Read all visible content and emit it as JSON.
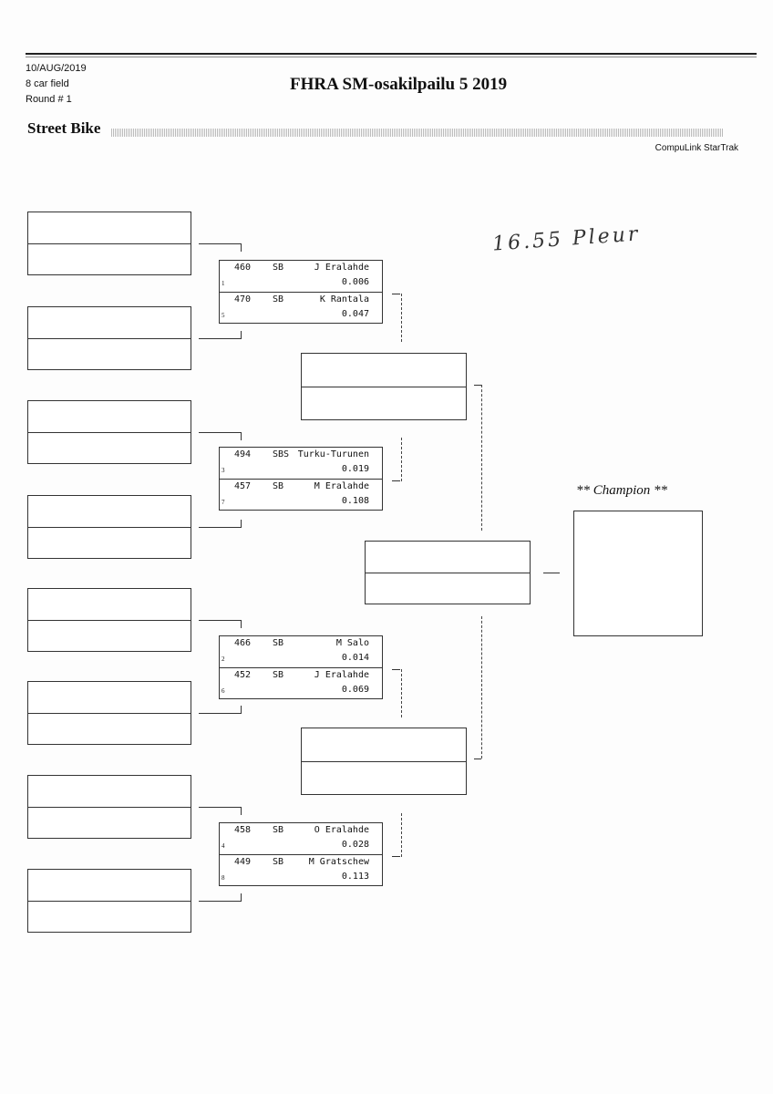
{
  "header": {
    "date": "10/AUG/2019",
    "field": "8 car field",
    "round": "Round # 1",
    "title": "FHRA SM-osakilpailu 5  2019",
    "class_name": "Street Bike",
    "software": "CompuLink StarTrak"
  },
  "handwritten_note": "16.55 Pleur",
  "matches": [
    {
      "top": {
        "number": "460",
        "class": "SB",
        "name": "J Eralahde",
        "seed": "1",
        "rt": "0.006"
      },
      "bottom": {
        "number": "470",
        "class": "SB",
        "name": "K Rantala",
        "seed": "5",
        "rt": "0.047"
      }
    },
    {
      "top": {
        "number": "494",
        "class": "SBS",
        "name": "Turku-Turunen",
        "seed": "3",
        "rt": "0.019"
      },
      "bottom": {
        "number": "457",
        "class": "SB",
        "name": "M Eralahde",
        "seed": "7",
        "rt": "0.108"
      }
    },
    {
      "top": {
        "number": "466",
        "class": "SB",
        "name": "M Salo",
        "seed": "2",
        "rt": "0.014"
      },
      "bottom": {
        "number": "452",
        "class": "SB",
        "name": "J Eralahde",
        "seed": "6",
        "rt": "0.069"
      }
    },
    {
      "top": {
        "number": "458",
        "class": "SB",
        "name": "O Eralahde",
        "seed": "4",
        "rt": "0.028"
      },
      "bottom": {
        "number": "449",
        "class": "SB",
        "name": "M Gratschew",
        "seed": "8",
        "rt": "0.113"
      }
    }
  ],
  "champion_label": "** Champion **"
}
